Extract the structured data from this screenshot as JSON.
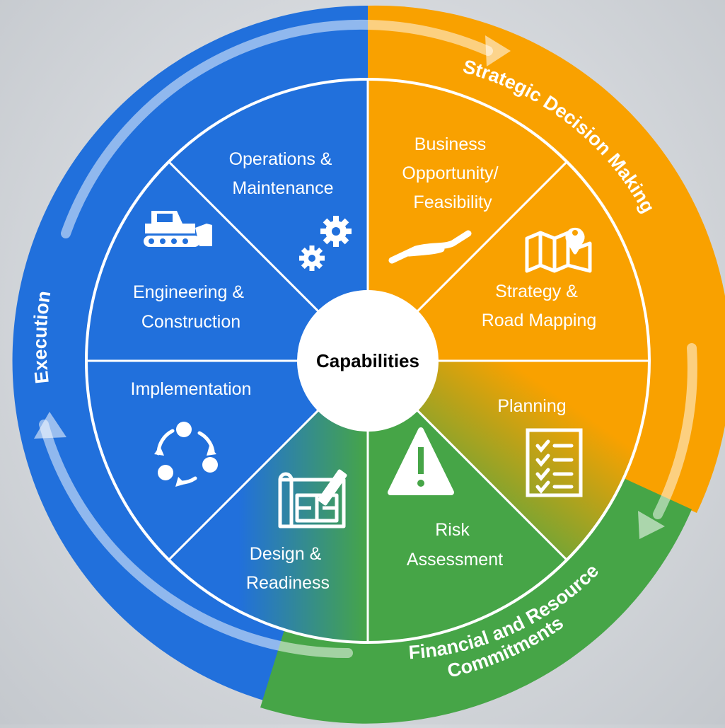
{
  "center": {
    "label": "Capabilities"
  },
  "outer_ring": {
    "strategic": "Strategic Decision Making",
    "financial_line1": "Financial and Resource",
    "financial_line2": "Commitments",
    "execution": "Execution"
  },
  "segments": {
    "business": [
      "Business",
      "Opportunity/",
      "Feasibility"
    ],
    "strategy": [
      "Strategy &",
      "Road Mapping"
    ],
    "planning": [
      "Planning"
    ],
    "risk": [
      "Risk",
      "Assessment"
    ],
    "design": [
      "Design &",
      "Readiness"
    ],
    "implementation": [
      "Implementation"
    ],
    "engineering": [
      "Engineering &",
      "Construction"
    ],
    "operations": [
      "Operations &",
      "Maintenance"
    ]
  },
  "colors": {
    "blue": "#2170dc",
    "orange": "#f9a100",
    "green": "#46a547",
    "white": "#ffffff"
  },
  "icons": {
    "business": "hand-icon",
    "strategy": "map-pin-icon",
    "planning": "checklist-icon",
    "risk": "warning-icon",
    "design": "blueprint-icon",
    "implementation": "cycle-icon",
    "engineering": "bulldozer-icon",
    "operations": "gears-icon"
  }
}
